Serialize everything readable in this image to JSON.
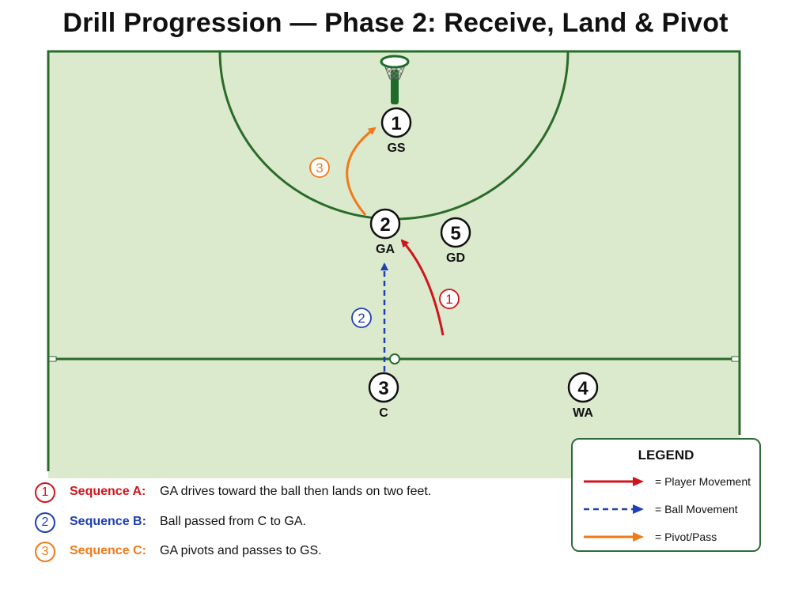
{
  "title": "Drill Progression — Phase 2: Receive, Land & Pivot",
  "colors": {
    "court_fill": "#dbe9cd",
    "court_line": "#2a6b2a",
    "player_movement": "#d0141c",
    "ball_movement": "#1f3fb5",
    "pivot_pass": "#f07a1a"
  },
  "players": [
    {
      "number": "1",
      "position": "GS"
    },
    {
      "number": "2",
      "position": "GA"
    },
    {
      "number": "3",
      "position": "C"
    },
    {
      "number": "4",
      "position": "WA"
    },
    {
      "number": "5",
      "position": "GD"
    }
  ],
  "arrow_markers": [
    "1",
    "2",
    "3"
  ],
  "legend": {
    "title": "LEGEND",
    "items": [
      {
        "label": "= Player Movement",
        "style": "solid",
        "color": "#d0141c"
      },
      {
        "label": "= Ball Movement",
        "style": "dashed",
        "color": "#1f3fb5"
      },
      {
        "label": "= Pivot/Pass",
        "style": "solid",
        "color": "#f07a1a"
      }
    ]
  },
  "sequences": [
    {
      "marker": "1",
      "name": "Sequence A:",
      "description": "GA drives toward the ball then lands on two feet.",
      "color": "#d0141c"
    },
    {
      "marker": "2",
      "name": "Sequence B:",
      "description": "Ball passed from C to GA.",
      "color": "#1f3fb5"
    },
    {
      "marker": "3",
      "name": "Sequence C:",
      "description": "GA pivots and passes to GS.",
      "color": "#f07a1a"
    }
  ]
}
